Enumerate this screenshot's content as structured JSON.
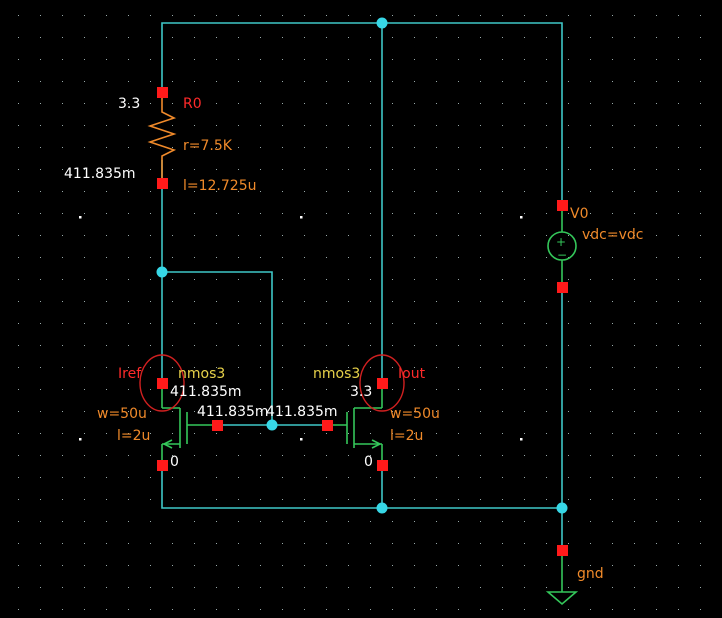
{
  "schematic": {
    "resistor": {
      "name": "R0",
      "param_r": "r=7.5K",
      "param_l": "l=12.725u",
      "node_top_voltage": "3.3",
      "node_bottom_voltage": "411.835m"
    },
    "source": {
      "name": "V0",
      "param": "vdc=vdc",
      "plus": "+",
      "minus": "−"
    },
    "nmos_left": {
      "model": "nmos3",
      "probe": "Iref",
      "drain_voltage": "411.835m",
      "gate_voltage": "411.835m",
      "source_voltage": "0",
      "width": "w=50u",
      "length": "l=2u"
    },
    "nmos_right": {
      "model": "nmos3",
      "probe": "Iout",
      "drain_voltage": "3.3",
      "gate_voltage": "411.835m",
      "source_voltage": "0",
      "width": "w=50u",
      "length": "l=2u"
    },
    "ground": {
      "label": "gnd"
    }
  },
  "colors": {
    "background": "#000000",
    "wire": "#3fc7c7",
    "component": "#f08a2a",
    "transistor": "#34c75a",
    "pin": "#ff1a1a",
    "junction": "#37d7e6",
    "probe": "#d02020",
    "instance_name": "#e8d24a"
  }
}
